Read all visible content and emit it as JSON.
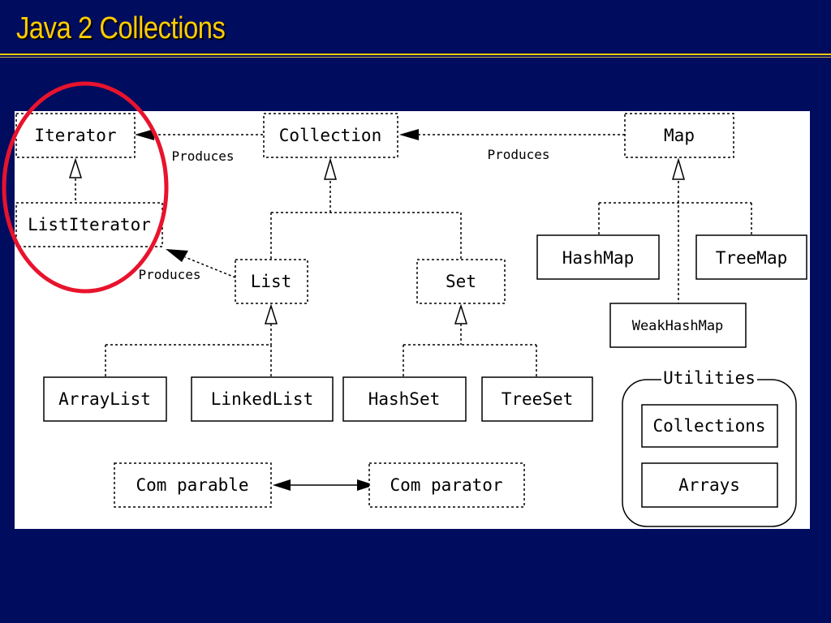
{
  "slide": {
    "title": "Java 2 Collections",
    "colors": {
      "background": "#000c5e",
      "title": "#ffcc00",
      "highlight": "#e8132d"
    }
  },
  "diagram": {
    "nodes": {
      "iterator": "Iterator",
      "list_iterator": "ListIterator",
      "collection": "Collection",
      "map": "Map",
      "list": "List",
      "set": "Set",
      "hash_map": "HashMap",
      "tree_map": "TreeMap",
      "weak_hash_map": "WeakHashMap",
      "array_list": "ArrayList",
      "linked_list": "LinkedList",
      "hash_set": "HashSet",
      "tree_set": "TreeSet",
      "comparable": "Com parable",
      "comparator": "Com parator",
      "utilities": "Utilities",
      "collections": "Collections",
      "arrays": "Arrays"
    },
    "edge_labels": {
      "collection_produces_iterator": "Produces",
      "map_produces_collection": "Produces",
      "list_produces_list_iterator": "Produces"
    }
  }
}
